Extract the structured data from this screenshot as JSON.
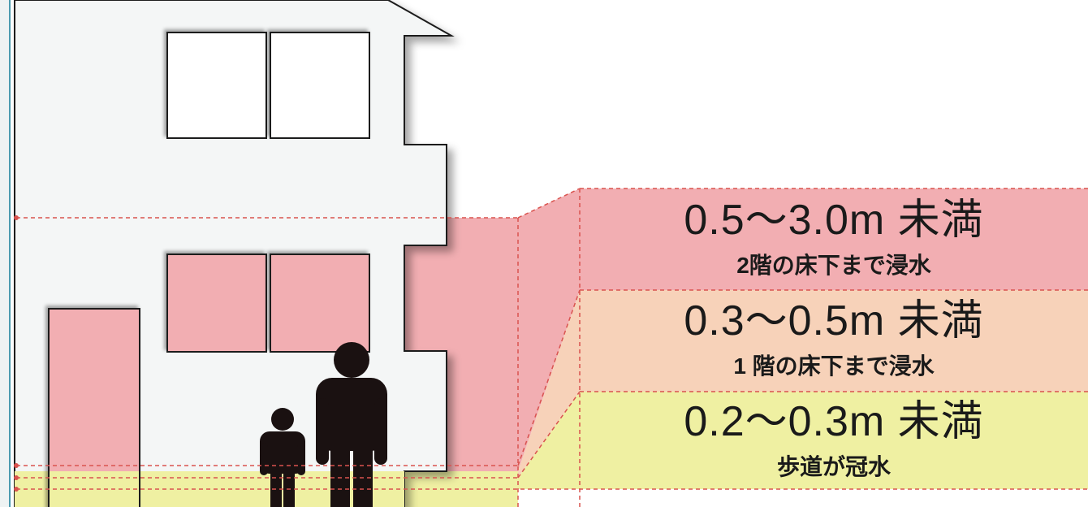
{
  "colors": {
    "level_high": "#f2aeb2",
    "level_mid": "#f7d2b9",
    "level_low": "#eff0a2",
    "guide_line": "#d9534f",
    "border_blue": "#4a9bb0"
  },
  "levels": [
    {
      "title": "0.5〜3.0m 未満",
      "subtitle": "2階の床下まで浸水"
    },
    {
      "title": "0.3〜0.5m 未満",
      "subtitle": "1 階の床下まで浸水"
    },
    {
      "title": "0.2〜0.3m 未満",
      "subtitle": "歩道が冠水"
    }
  ],
  "icons": [
    "house-icon",
    "adult-person-icon",
    "child-person-icon"
  ]
}
